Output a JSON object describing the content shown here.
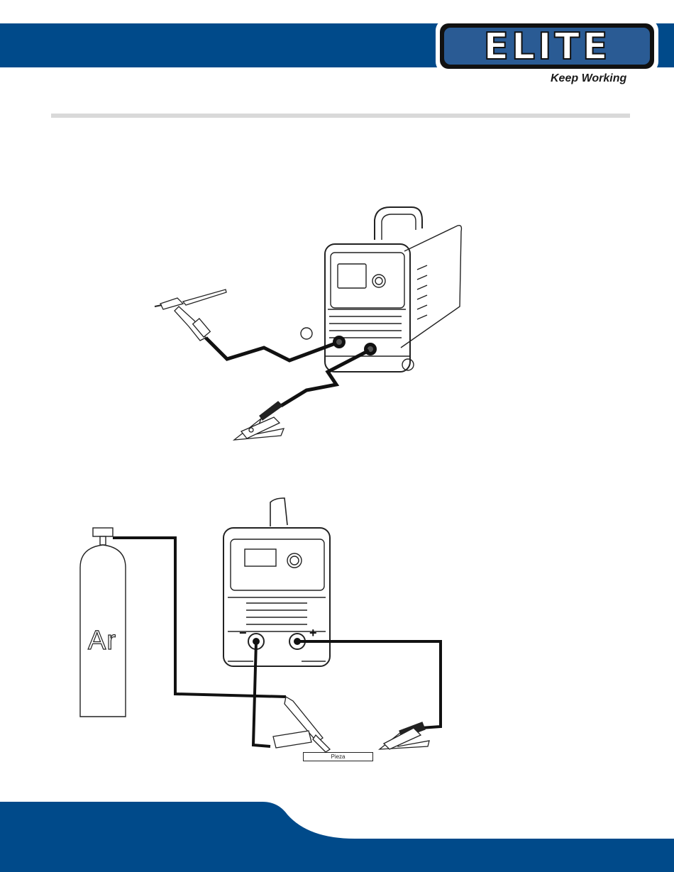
{
  "header": {
    "brand_text": "ELITE",
    "tagline": "Keep Working",
    "brand_color": "#004a8a"
  },
  "diagram_bottom": {
    "gas_label": "Ar",
    "minus_label": "−",
    "plus_label": "+",
    "workpiece_label": "Pieza"
  },
  "icons": [
    "welding-machine-icon",
    "tig-torch-icon",
    "ground-clamp-icon",
    "gas-cylinder-icon"
  ]
}
